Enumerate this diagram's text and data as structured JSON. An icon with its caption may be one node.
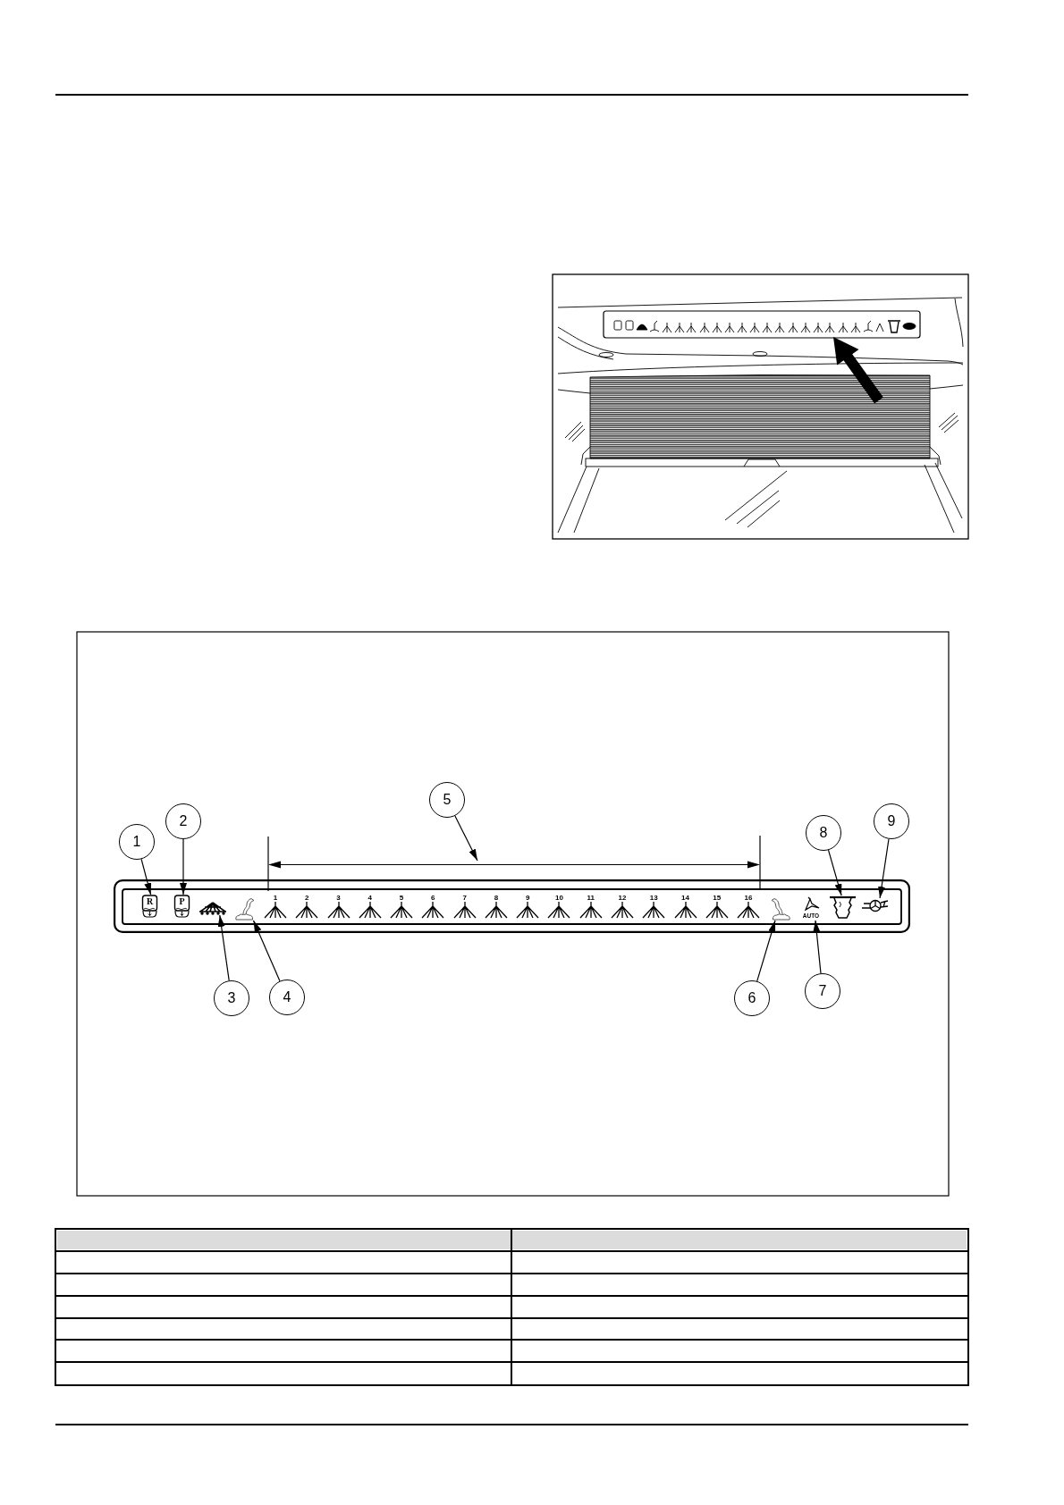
{
  "diagram": {
    "nodes": [
      {
        "text": [
          "1",
          "2",
          "3",
          "4",
          "5",
          "6",
          "7",
          "8",
          "9",
          "10",
          "11",
          "12",
          "13",
          "14",
          "15",
          "16"
        ]
      },
      {
        "text": [
          "R"
        ],
        "in": 0
      },
      {
        "text": [
          "P"
        ],
        "in": 0
      },
      {
        "text": [],
        "shape": "picture",
        "in": 0
      },
      {
        "text": [],
        "shape": "picture",
        "in": 0
      },
      {
        "text": [],
        "shape": "picture",
        "in": 0
      },
      {
        "text": [
          "AUTO"
        ],
        "in": 0
      },
      {
        "text": [],
        "shape": "picture",
        "in": 0
      },
      {
        "text": [],
        "shape": "picture",
        "in": 0
      },
      {
        "text": [],
        "shape": "line"
      },
      {
        "text": [
          "1"
        ]
      },
      {
        "text": [
          "2"
        ]
      },
      {
        "text": [
          "3"
        ]
      },
      {
        "text": [
          "4"
        ]
      },
      {
        "text": [
          "5"
        ]
      },
      {
        "text": [
          "6"
        ]
      },
      {
        "text": [
          "7"
        ]
      },
      {
        "text": [
          "8"
        ]
      },
      {
        "text": [
          "9"
        ]
      }
    ],
    "edges": [
      {
        "from": 10,
        "to": 1,
        "arrow": "to"
      },
      {
        "from": 11,
        "to": 2,
        "arrow": "to"
      },
      {
        "from": 12,
        "to": 3,
        "arrow": "to"
      },
      {
        "from": 13,
        "to": 4,
        "arrow": "to"
      },
      {
        "from": 14,
        "to": 9,
        "arrow": "to"
      },
      {
        "from": 15,
        "to": 5,
        "arrow": "to"
      },
      {
        "from": 16,
        "to": 6,
        "arrow": "to"
      },
      {
        "from": 17,
        "to": 7,
        "arrow": "to"
      },
      {
        "from": 18,
        "to": 8,
        "arrow": "to"
      }
    ]
  }
}
